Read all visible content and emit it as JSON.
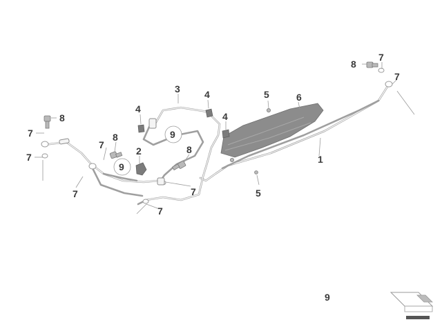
{
  "diagram": {
    "callouts": {
      "c1": "1",
      "c2": "2",
      "c3": "3",
      "c4a": "4",
      "c4b": "4",
      "c4c": "4",
      "c5a": "5",
      "c5b": "5",
      "c6": "6",
      "c7a": "7",
      "c7b": "7",
      "c7c": "7",
      "c7d": "7",
      "c7e": "7",
      "c7f": "7",
      "c7g": "7",
      "c7h": "7",
      "c8a": "8",
      "c8b": "8",
      "c8c": "8",
      "c8d": "8",
      "c9a": "9",
      "c9b": "9",
      "c9c": "9"
    }
  }
}
